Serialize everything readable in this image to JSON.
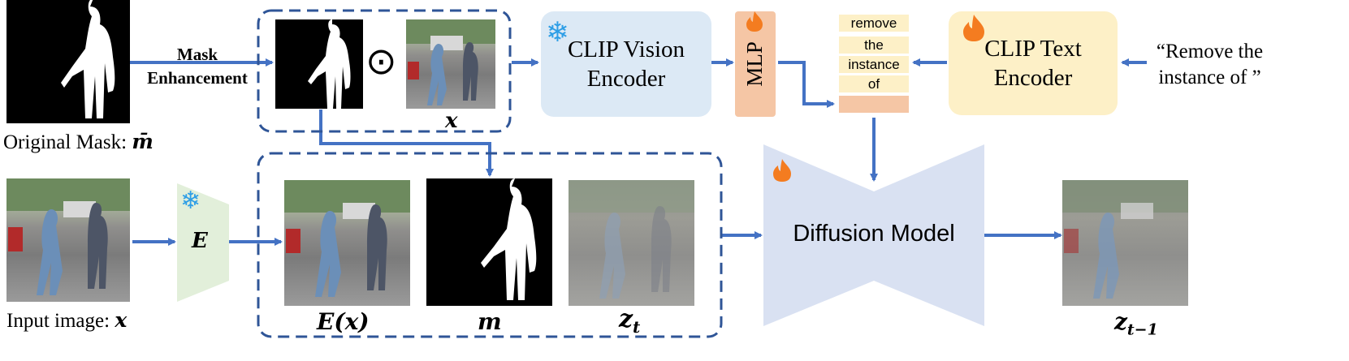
{
  "labels": {
    "original_mask": "Original Mask: ",
    "original_mask_symbol": "m̄",
    "mask_enhancement_line1": "Mask",
    "mask_enhancement_line2": "Enhancement",
    "odot": "⊙",
    "x_symbol": "x",
    "input_image": "Input image: ",
    "input_image_symbol": "x",
    "encoder_symbol": "E",
    "ex_label": "E(x)",
    "m_label": "m",
    "zt_label": "z",
    "zt_sub": "t",
    "zt1_label": "z",
    "zt1_sub": "t−1"
  },
  "blocks": {
    "clip_vision": "CLIP Vision Encoder",
    "mlp": "MLP",
    "clip_text": "CLIP Text Encoder",
    "prompt": "“Remove the instance of ”",
    "diffusion": "Diffusion Model"
  },
  "tokens": [
    "remove",
    "the",
    "instance",
    "of",
    ""
  ],
  "icons": {
    "frozen": "snowflake-icon",
    "trainable": "fire-icon"
  },
  "colors": {
    "arrow": "#4472c4",
    "dashed_box": "#2f5597",
    "clip_vision_bg": "#dce9f5",
    "mlp_bg": "#f5c6a5",
    "clip_text_bg": "#fdf0c7",
    "token_bg": "#fdf0c7",
    "token_last_bg": "#f5c6a5",
    "diffusion_bg": "#d9e1f2",
    "encoder_bg": "#e2efda",
    "snowflake": "#2e9ee6",
    "fire": "#f47c20"
  }
}
